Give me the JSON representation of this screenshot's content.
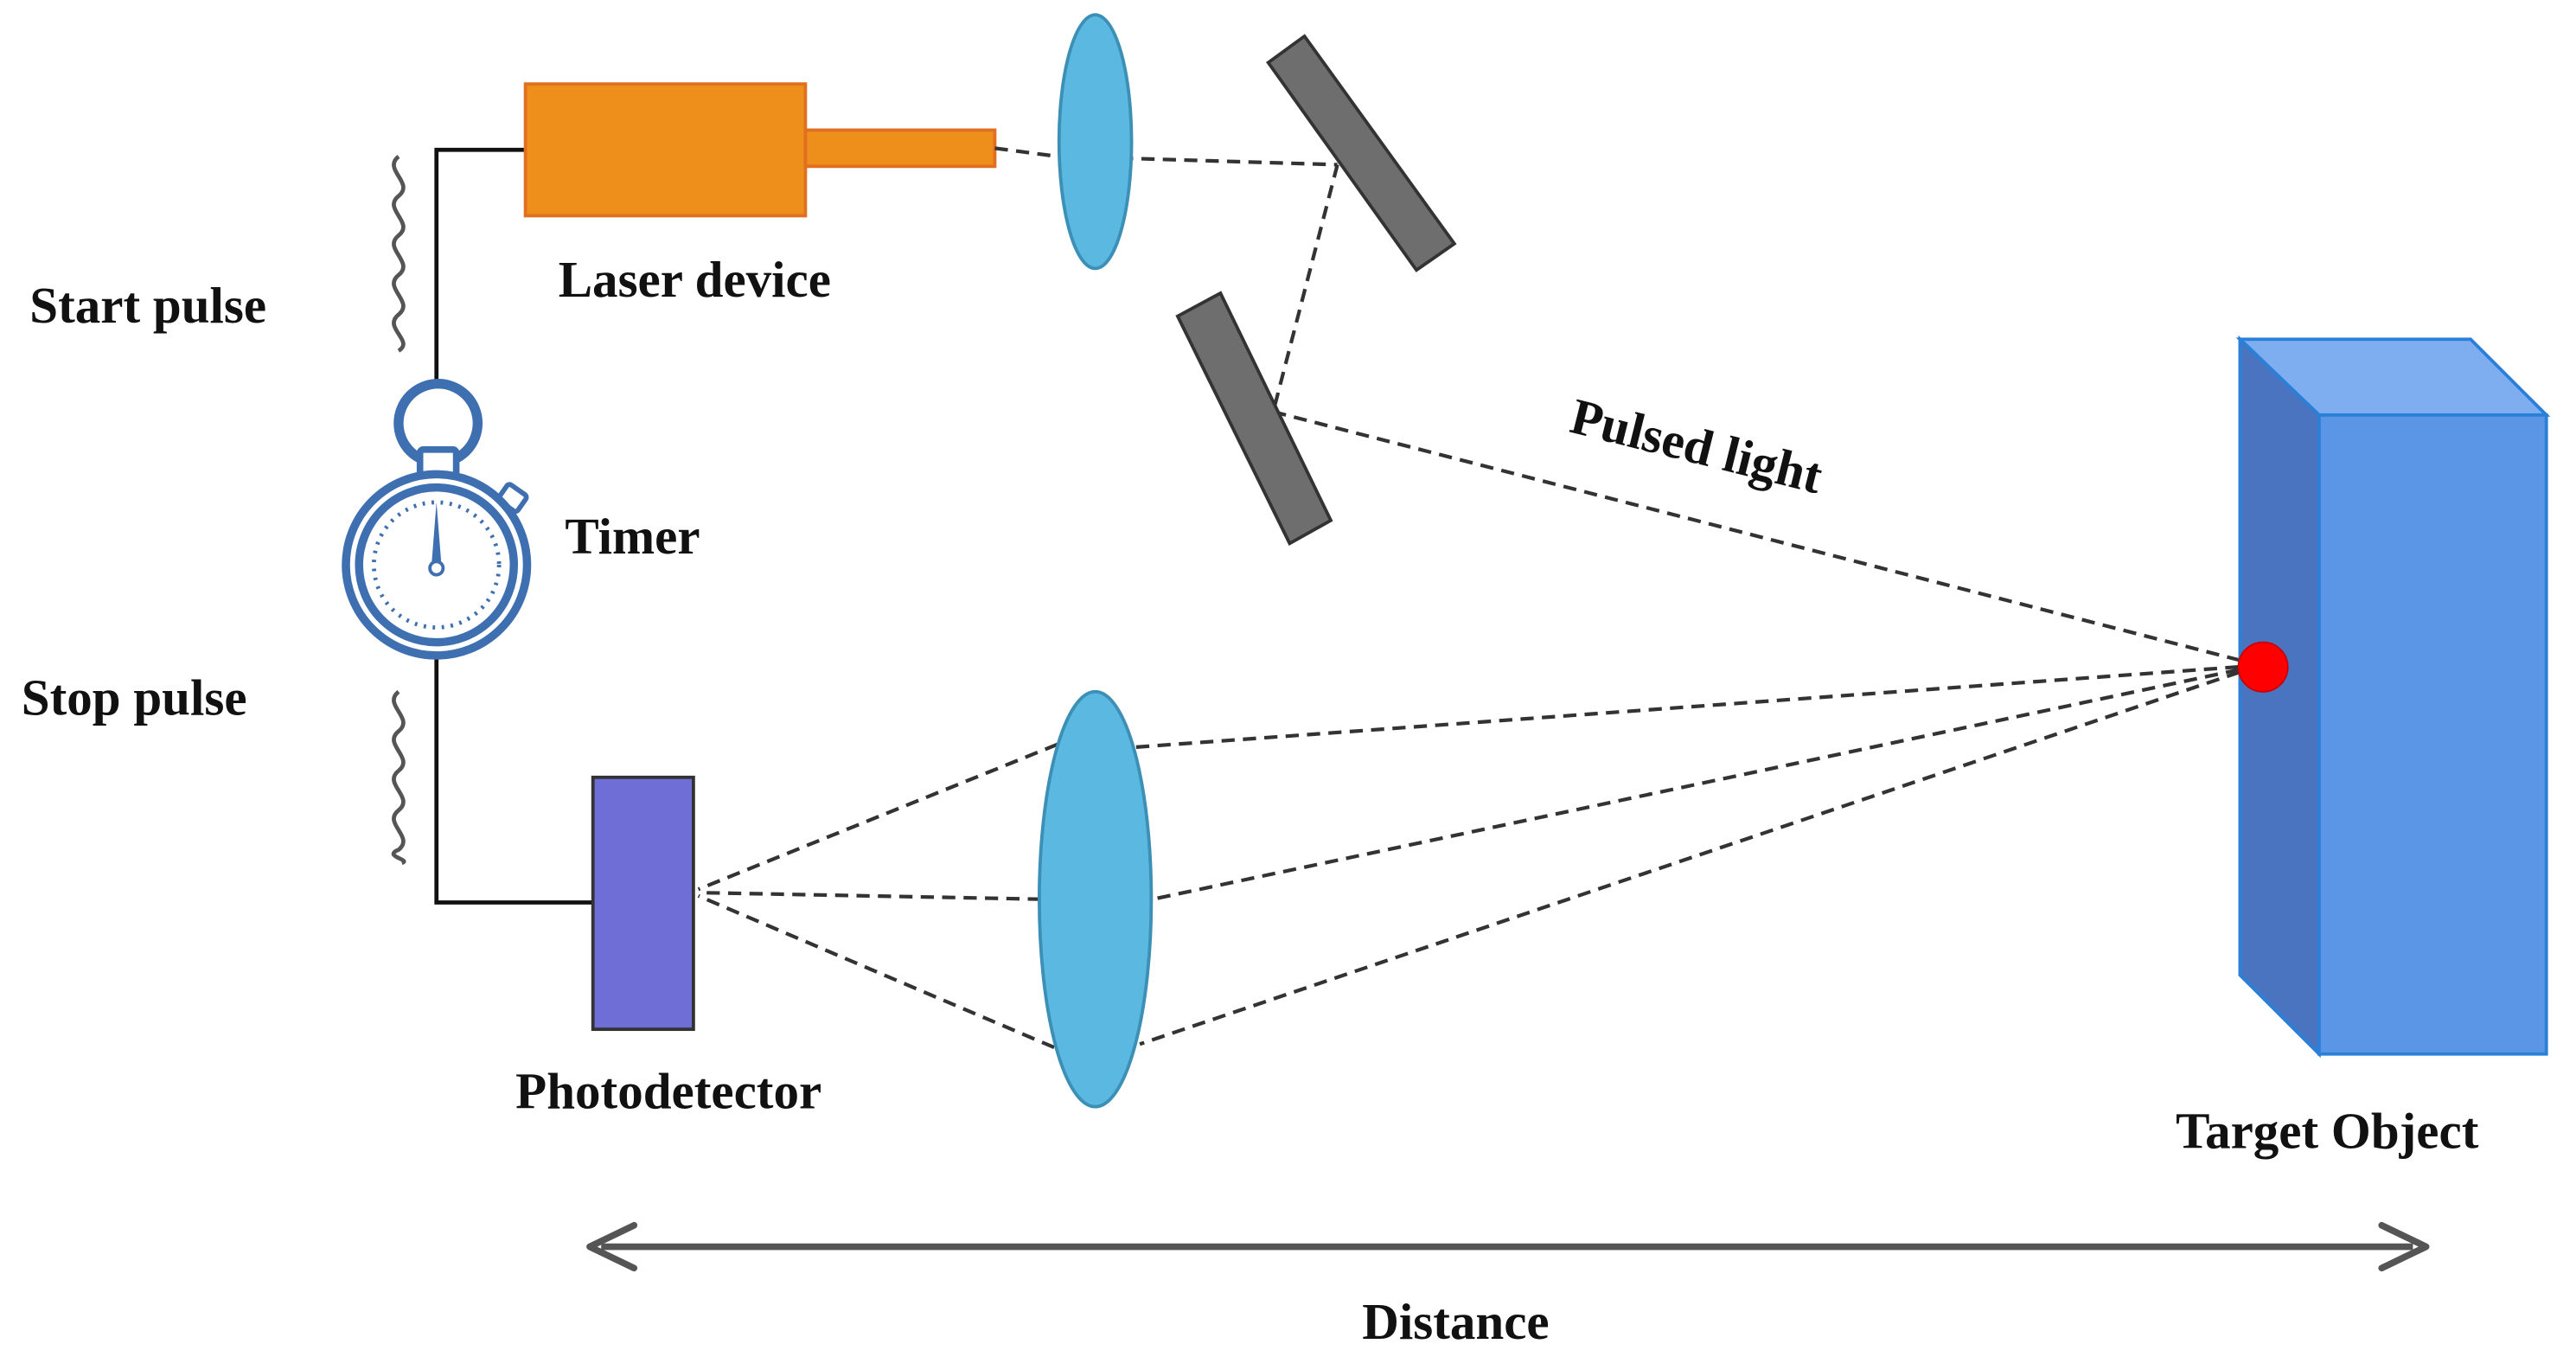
{
  "labels": {
    "laser": "Laser device",
    "start_pulse": "Start pulse",
    "timer": "Timer",
    "stop_pulse": "Stop pulse",
    "photodetector": "Photodetector",
    "pulsed_light": "Pulsed light",
    "target": "Target Object",
    "distance": "Distance"
  },
  "colors": {
    "laser_body": "#EE8F1B",
    "lens": "#5BB8E0",
    "lens_stroke": "#3C8FB5",
    "mirror": "#6E6E6E",
    "photodetector": "#6E6ED6",
    "target_front": "#5B96E6",
    "target_side": "#4A74C0",
    "target_top": "#7EADF0",
    "target_stroke": "#2A7FD6",
    "spot": "#FF0000",
    "timer": "#3E6FB0",
    "arrow": "#555555",
    "beam": "#333333"
  },
  "icons": {
    "timer": "stopwatch-icon"
  }
}
